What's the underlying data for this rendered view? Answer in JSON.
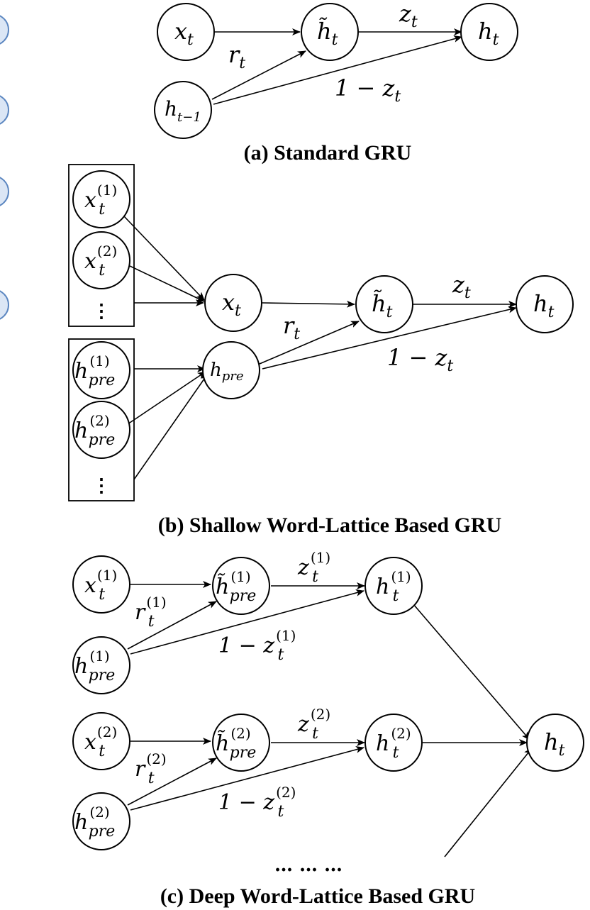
{
  "panel_a": {
    "caption": "(a) Standard GRU",
    "nodes": {
      "x": "x",
      "x_sub": "t",
      "htilde": "h̃",
      "htilde_sub": "t",
      "h": "h",
      "h_sub": "t",
      "hprev": "h",
      "hprev_sub": "t−1"
    },
    "edges": {
      "r": "r",
      "r_sub": "t",
      "z": "z",
      "z_sub": "t",
      "oneminus": "1 − z",
      "oneminus_sub": "t"
    }
  },
  "panel_b": {
    "caption": "(b) Shallow Word-Lattice Based GRU",
    "inputs": [
      {
        "base": "x",
        "sup": "(1)",
        "sub": "t"
      },
      {
        "base": "x",
        "sup": "(2)",
        "sub": "t"
      }
    ],
    "input_more": "⋮",
    "hiddens": [
      {
        "base": "h",
        "sup": "(1)",
        "sub": "pre"
      },
      {
        "base": "h",
        "sup": "(2)",
        "sub": "pre"
      }
    ],
    "hidden_more": "⋮",
    "nodes": {
      "x": "x",
      "x_sub": "t",
      "hpre": "h",
      "hpre_sub": "pre",
      "htilde": "h̃",
      "htilde_sub": "t",
      "h": "h",
      "h_sub": "t"
    },
    "edges": {
      "r": "r",
      "r_sub": "t",
      "z": "z",
      "z_sub": "t",
      "oneminus": "1 − z",
      "oneminus_sub": "t"
    }
  },
  "panel_c": {
    "caption": "(c) Deep Word-Lattice Based GRU",
    "rows": [
      {
        "x": "x",
        "x_sup": "(1)",
        "x_sub": "t",
        "hpre": "h",
        "hpre_sup": "(1)",
        "hpre_sub": "pre",
        "htilde": "h̃",
        "htilde_sup": "(1)",
        "htilde_sub": "pre",
        "h": "h",
        "h_sup": "(1)",
        "h_sub": "t",
        "r": "r",
        "r_sup": "(1)",
        "r_sub": "t",
        "z": "z",
        "z_sup": "(1)",
        "z_sub": "t",
        "oneminus": "1 − z",
        "oneminus_sup": "(1)",
        "oneminus_sub": "t"
      },
      {
        "x": "x",
        "x_sup": "(2)",
        "x_sub": "t",
        "hpre": "h",
        "hpre_sup": "(2)",
        "hpre_sub": "pre",
        "htilde": "h̃",
        "htilde_sup": "(2)",
        "htilde_sub": "pre",
        "h": "h",
        "h_sup": "(2)",
        "h_sub": "t",
        "r": "r",
        "r_sup": "(2)",
        "r_sub": "t",
        "z": "z",
        "z_sup": "(2)",
        "z_sub": "t",
        "oneminus": "1 − z",
        "oneminus_sup": "(2)",
        "oneminus_sub": "t"
      }
    ],
    "out": "h",
    "out_sub": "t",
    "ellipsis": "… … …"
  }
}
